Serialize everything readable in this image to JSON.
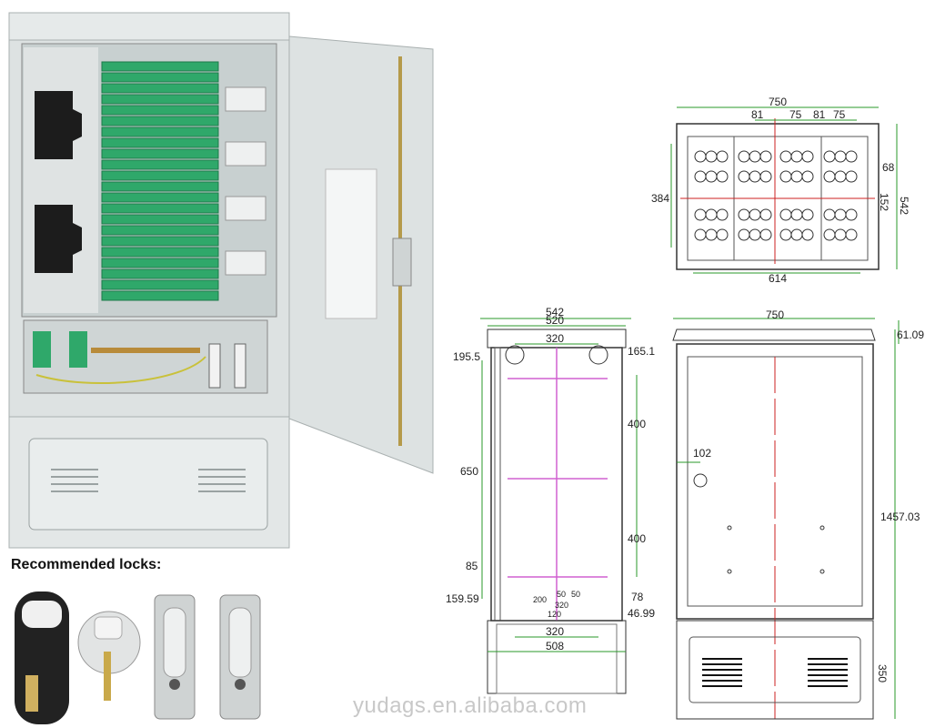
{
  "caption": "Recommended locks:",
  "watermark": "yudags.en.alibaba.com",
  "top_view": {
    "overall_width": "750",
    "segments": [
      "81",
      "75",
      "81",
      "75"
    ],
    "left_height": "384",
    "right_height": "542",
    "right_dim_a": "68",
    "right_dim_b": "152",
    "bottom_width": "614"
  },
  "side_view": {
    "outer_width": "542",
    "inner_width": "520",
    "top_span": "320",
    "left_top": "195.5",
    "right_top": "165.1",
    "left_mid": "650",
    "right_upper": "400",
    "right_lower": "400",
    "left_low": "85",
    "left_bottom": "159.59",
    "inner_200": "200",
    "inner_50a": "50",
    "inner_50b": "50",
    "inner_320b": "320",
    "inner_120": "120",
    "right_78": "78",
    "right_4699": "46.99",
    "base_320": "320",
    "base_508": "508"
  },
  "front_view": {
    "width": "750",
    "top_offset": "61.09",
    "lock_offset": "102",
    "height": "1457.03",
    "base_height": "350"
  },
  "colors": {
    "cabinet": "#dfe3e3",
    "modules": "#2fa86a",
    "drawing_line": "#333333",
    "magenta": "#d060d0",
    "green_dim": "#2a9a2a",
    "red_axis": "#cc2222"
  }
}
